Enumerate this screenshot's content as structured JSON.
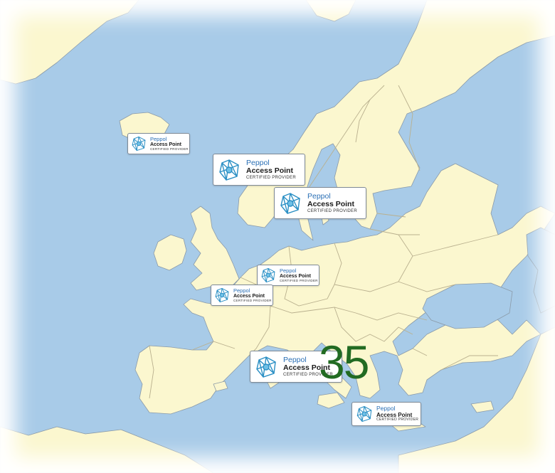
{
  "map": {
    "colors": {
      "sea": "#a8cbe8",
      "land": "#fbf7cf",
      "border": "#b9b08e",
      "coast": "#8a9aa8",
      "count": "#226b22",
      "badge_border": "#7f8a96",
      "brand": "#2a6fb5"
    },
    "count_label": "35"
  },
  "badges": [
    {
      "id": "iceland",
      "brand": "Peppol",
      "title": "Access Point",
      "subtitle": "CERTIFIED PROVIDER",
      "icon": "peppol-logo-icon"
    },
    {
      "id": "norway",
      "brand": "Peppol",
      "title": "Access Point",
      "subtitle": "CERTIFIED PROVIDER",
      "icon": "peppol-logo-icon"
    },
    {
      "id": "sweden",
      "brand": "Peppol",
      "title": "Access Point",
      "subtitle": "CERTIFIED PROVIDER",
      "icon": "peppol-logo-icon"
    },
    {
      "id": "germany",
      "brand": "Peppol",
      "title": "Access Point",
      "subtitle": "CERTIFIED PROVIDER",
      "icon": "peppol-logo-icon"
    },
    {
      "id": "belgium",
      "brand": "Peppol",
      "title": "Access Point",
      "subtitle": "CERTIFIED PROVIDER",
      "icon": "peppol-logo-icon"
    },
    {
      "id": "italy",
      "brand": "Peppol",
      "title": "Access Point",
      "subtitle": "CERTIFIED PROVIDER",
      "icon": "peppol-logo-icon"
    },
    {
      "id": "greece",
      "brand": "Peppol",
      "title": "Access Point",
      "subtitle": "CERTIFIED PROVIDER",
      "icon": "peppol-logo-icon"
    }
  ]
}
